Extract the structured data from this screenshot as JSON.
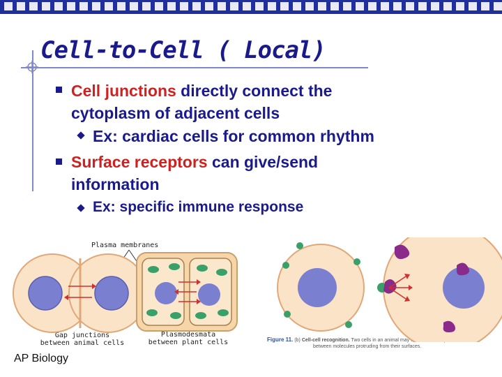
{
  "title": "Cell-to-Cell ( Local)",
  "bullets": [
    {
      "highlight": "Cell junctions",
      "rest_line1": " directly connect the",
      "line2": "cytoplasm of adjacent cells",
      "sub": "Ex: cardiac cells for common rhythm"
    },
    {
      "highlight": "Surface receptors",
      "rest_line1": " can give/send",
      "line2": "information",
      "sub": "Ex: specific immune response"
    }
  ],
  "figure": {
    "plasma_label": "Plasma membranes",
    "gap_caption_1": "Gap junctions",
    "gap_caption_2": "between animal cells",
    "plasmo_caption_1": "Plasmodesmata",
    "plasmo_caption_2": "between plant cells",
    "fig_number": "Figure 11.",
    "fig_part": "(b)",
    "fig_caption_bold": "Cell-cell recognition.",
    "fig_caption_1": "Two cells in an animal may communicate by interaction",
    "fig_caption_2": "between molecules protruding from their surfaces."
  },
  "footer": "AP Biology",
  "colors": {
    "title": "#1a1a8c",
    "highlight": "#cc2222",
    "topbar": "#1f2f9b",
    "cell_fill": "#fbe3c8",
    "nucleus": "#7b7fd0",
    "receptor_green": "#3aa06a",
    "receptor_purple": "#8a2a8a"
  }
}
